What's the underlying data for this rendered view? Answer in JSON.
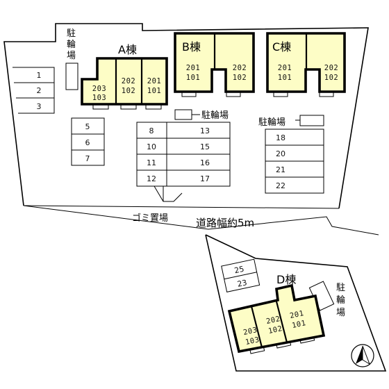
{
  "buildings": {
    "a": {
      "label": "A棟",
      "units": [
        {
          "top": "203",
          "bottom": "103"
        },
        {
          "top": "202",
          "bottom": "102"
        },
        {
          "top": "201",
          "bottom": "101"
        }
      ]
    },
    "b": {
      "label": "B棟",
      "units": [
        {
          "top": "201",
          "bottom": "101"
        },
        {
          "top": "202",
          "bottom": "102"
        }
      ]
    },
    "c": {
      "label": "C棟",
      "units": [
        {
          "top": "201",
          "bottom": "101"
        },
        {
          "top": "202",
          "bottom": "102"
        }
      ]
    },
    "d": {
      "label": "D棟",
      "units": [
        {
          "top": "203",
          "bottom": "103"
        },
        {
          "top": "202",
          "bottom": "102"
        },
        {
          "top": "201",
          "bottom": "101"
        }
      ]
    }
  },
  "bicycle_parking": {
    "top_left": [
      "駐",
      "輪",
      "場"
    ],
    "center": "駐輪場",
    "right": "駐輪場",
    "bottom_right": [
      "駐",
      "輪",
      "場"
    ]
  },
  "parking": {
    "left": [
      "1",
      "2",
      "3"
    ],
    "mid_left": [
      "5",
      "6",
      "7"
    ],
    "center_left": [
      "8",
      "10",
      "11",
      "12"
    ],
    "center_right": [
      "13",
      "15",
      "16",
      "17"
    ],
    "right": [
      "18",
      "20",
      "21",
      "22"
    ],
    "bottom": [
      "25",
      "23"
    ]
  },
  "garbage": "ゴミ置場",
  "road": "道路幅約5m",
  "north_icon": "north-arrow-icon"
}
